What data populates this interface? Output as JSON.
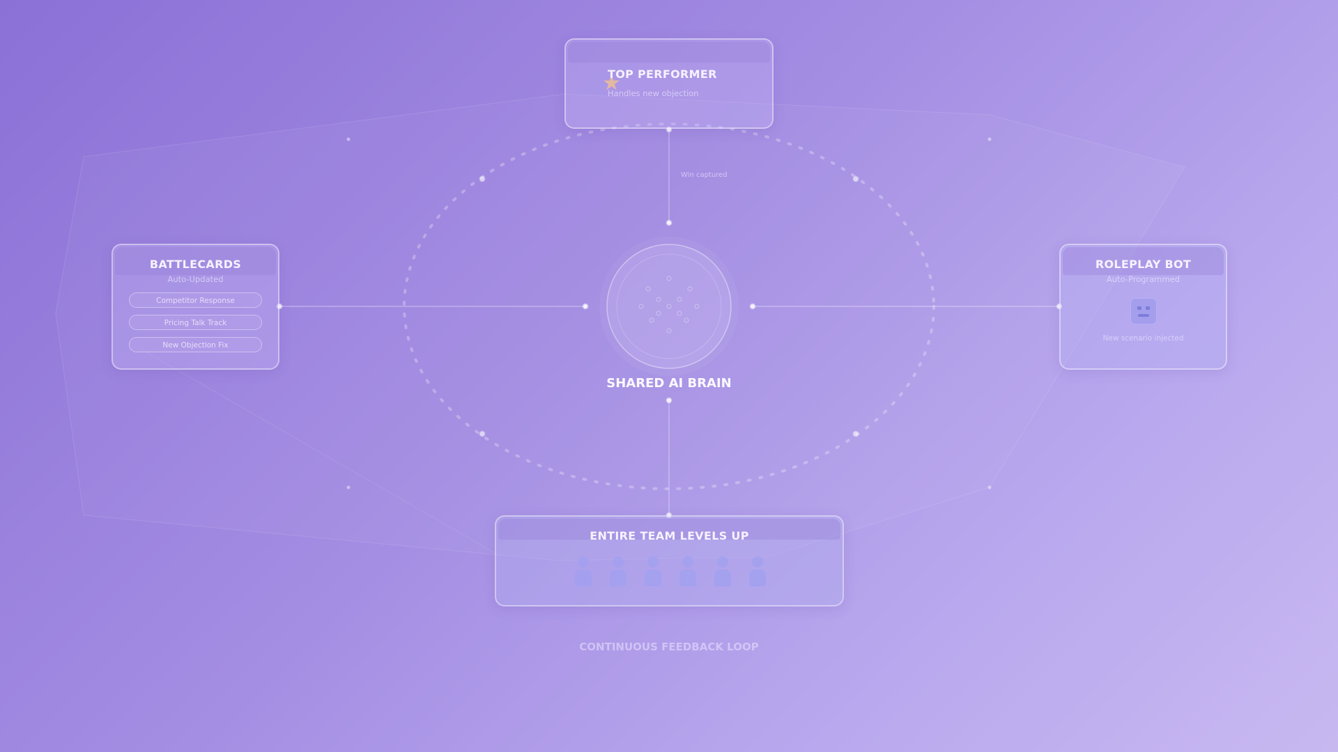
{
  "diagram": {
    "top_node": {
      "title": "TOP PERFORMER",
      "subtitle": "Handles new objection",
      "icon": "star-icon",
      "icon_color": "#e3b8a2"
    },
    "edge_label": "Win captured",
    "center": {
      "label": "SHARED AI BRAIN"
    },
    "left_node": {
      "title": "BATTLECARDS",
      "subtitle": "Auto-Updated",
      "items": [
        "Competitor Response",
        "Pricing Talk Track",
        "New Objection Fix"
      ]
    },
    "right_node": {
      "title": "ROLEPLAY BOT",
      "subtitle": "Auto-Programmed",
      "icon": "robot-icon",
      "note": "New scenario injected"
    },
    "bottom_node": {
      "title": "ENTIRE TEAM LEVELS UP",
      "icon": "person-icon",
      "people_count": 6
    },
    "footer": "CONTINUOUS FEEDBACK LOOP"
  },
  "colors": {
    "background_start": "#8b70d6",
    "background_end": "#c8b8f0",
    "node_text": "#f6f2ff",
    "accent_star": "#e3b8a2"
  }
}
